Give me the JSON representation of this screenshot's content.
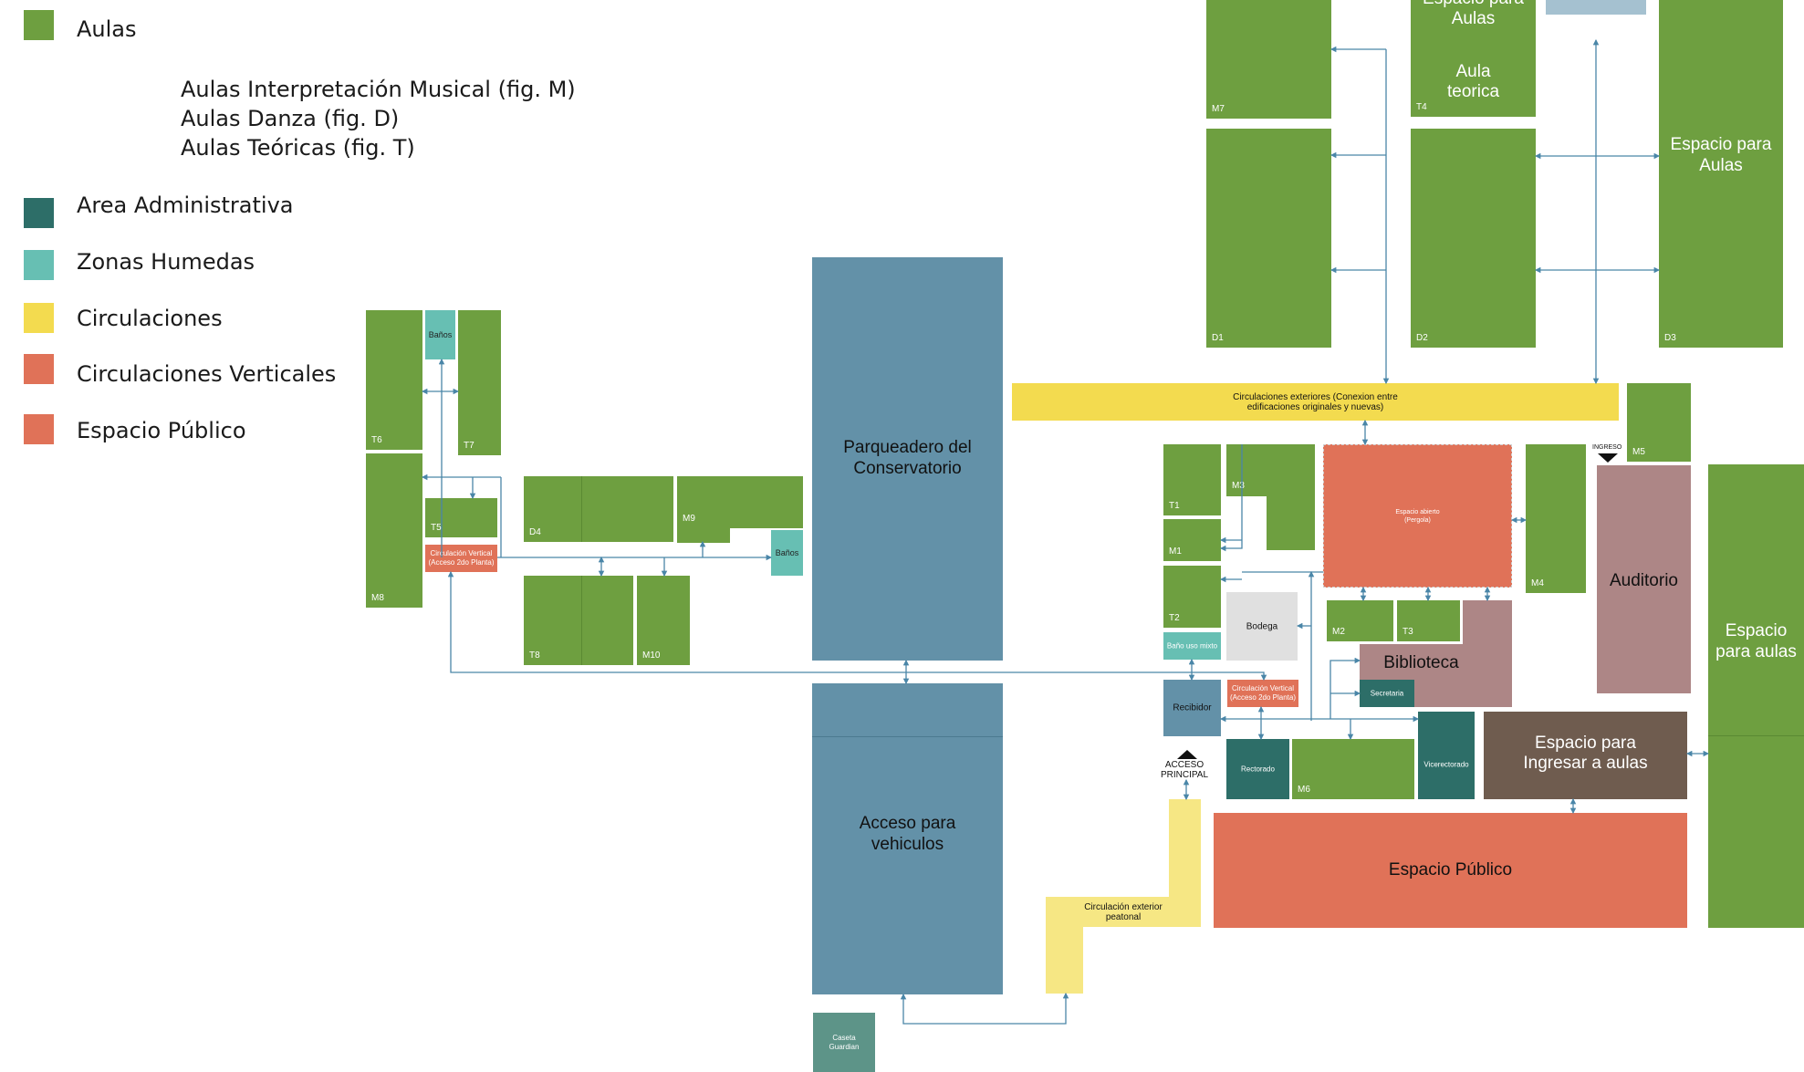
{
  "legend": {
    "aulas": "Aulas",
    "aulas_sub": [
      "Aulas Interpretación Musical   (fig. M)",
      "Aulas Danza (fig. D)",
      "Aulas Teóricas (fig. T)"
    ],
    "admin": "Area Administrativa",
    "humedas": "Zonas Humedas",
    "circ": "Circulaciones",
    "circ_vert": "Circulaciones Verticales",
    "publico": "Espacio Público"
  },
  "colors": {
    "aulas": "#6e9f40",
    "admin": "#2d6e68",
    "humedas": "#67bfb3",
    "circulaciones": "#f3db4f",
    "circ_vert": "#e07258",
    "publico": "#e07258",
    "parking": "#6391a8",
    "auditorio": "#ad8686",
    "ingreso_aulas": "#6f5c4f",
    "connector": "#4a86a8"
  },
  "rooms": {
    "m7": "M7",
    "t4": "T4",
    "aula_teorica": "Aula\nteorica",
    "esp_aulas_top": "Espacio para\nAulas",
    "d1": "D1",
    "d2": "D2",
    "d3": "D3",
    "esp_aulas_right": "Espacio para\nAulas",
    "t6": "T6",
    "t7": "T7",
    "banos_left": "Baños",
    "t5": "T5",
    "m8": "M8",
    "circ_vert_left": "Circulación Vertical\n(Acceso 2do Planta)",
    "d4": "D4",
    "m9": "M9",
    "banos_mid": "Baños",
    "t8": "T8",
    "m10": "M10",
    "parqueadero": "Parqueadero del\nConservatorio",
    "acceso_vehiculos": "Acceso para\nvehiculos",
    "caseta": "Caseta\nGuardian",
    "circ_ext_peatonal": "Circulación exterior\npeatonal",
    "circ_exteriores": "Circulaciones exteriores (Conexion entre\nedificaciones originales y nuevas)",
    "t1": "T1",
    "m3": "M3",
    "m1": "M1",
    "t2": "T2",
    "bodega": "Bodega",
    "bano_mixto": "Baño uso mixto",
    "espacio_abierto": "Espacio abierto\n(Pergola)",
    "m4": "M4",
    "m5": "M5",
    "ingreso": "INGRESO",
    "auditorio": "Auditorio",
    "m2": "M2",
    "t3": "T3",
    "biblioteca": "Biblioteca",
    "secretaria": "Secretaria",
    "recibidor": "Recibidor",
    "circ_vert_right": "Circulación Vertical\n(Acceso 2do Planta)",
    "acceso_principal": "ACCESO\nPRINCIPAL",
    "rectorado": "Rectorado",
    "m6": "M6",
    "vicerrectorado": "Vicerectorado",
    "esp_ingresar": "Espacio para\nIngresar a aulas",
    "espacio_publico": "Espacio Público",
    "espacio_aulas_far": "Espacio\npara aulas"
  }
}
